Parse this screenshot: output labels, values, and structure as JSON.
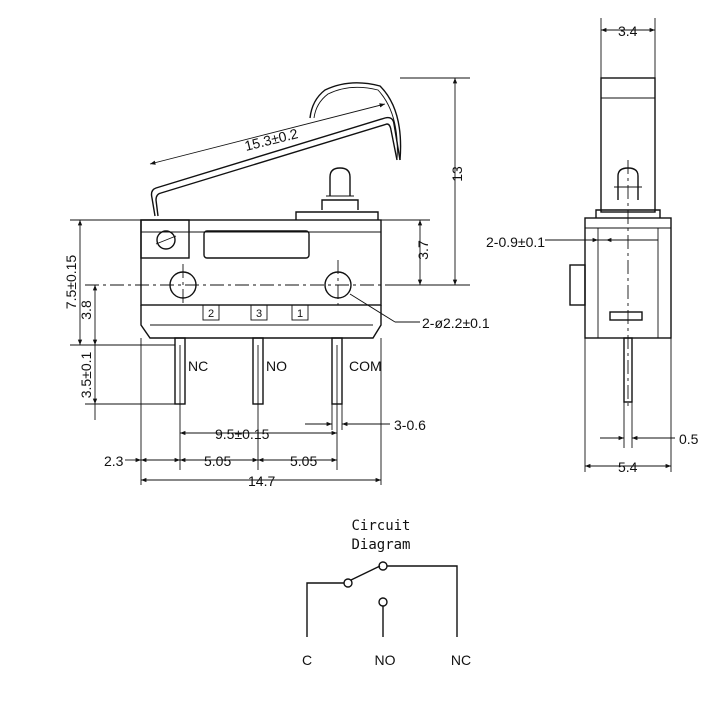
{
  "front_view": {
    "dims": {
      "lever_length": "15.3±0.2",
      "total_height": "13",
      "body_height": "7.5±0.15",
      "hole_height": "3.8",
      "upper_height": "3.7",
      "pin_length": "3.5±0.1",
      "hole_diameter": "2-ø2.2±0.1",
      "pin_pitch": "9.5±0.15",
      "pin_width": "3-0.6",
      "left_offset": "2.3",
      "pitch_left": "5.05",
      "pitch_right": "5.05",
      "total_width": "14.7"
    },
    "pin_numbers": [
      "2",
      "3",
      "1"
    ],
    "pin_labels": [
      "NC",
      "NO",
      "COM"
    ]
  },
  "side_view": {
    "dims": {
      "top_width": "3.4",
      "hole_dim": "2-0.9±0.1",
      "pin_thickness": "0.5",
      "base_width": "5.4"
    }
  },
  "circuit": {
    "title_line1": "Circuit",
    "title_line2": "Diagram",
    "terminals": [
      "C",
      "NO",
      "NC"
    ]
  }
}
